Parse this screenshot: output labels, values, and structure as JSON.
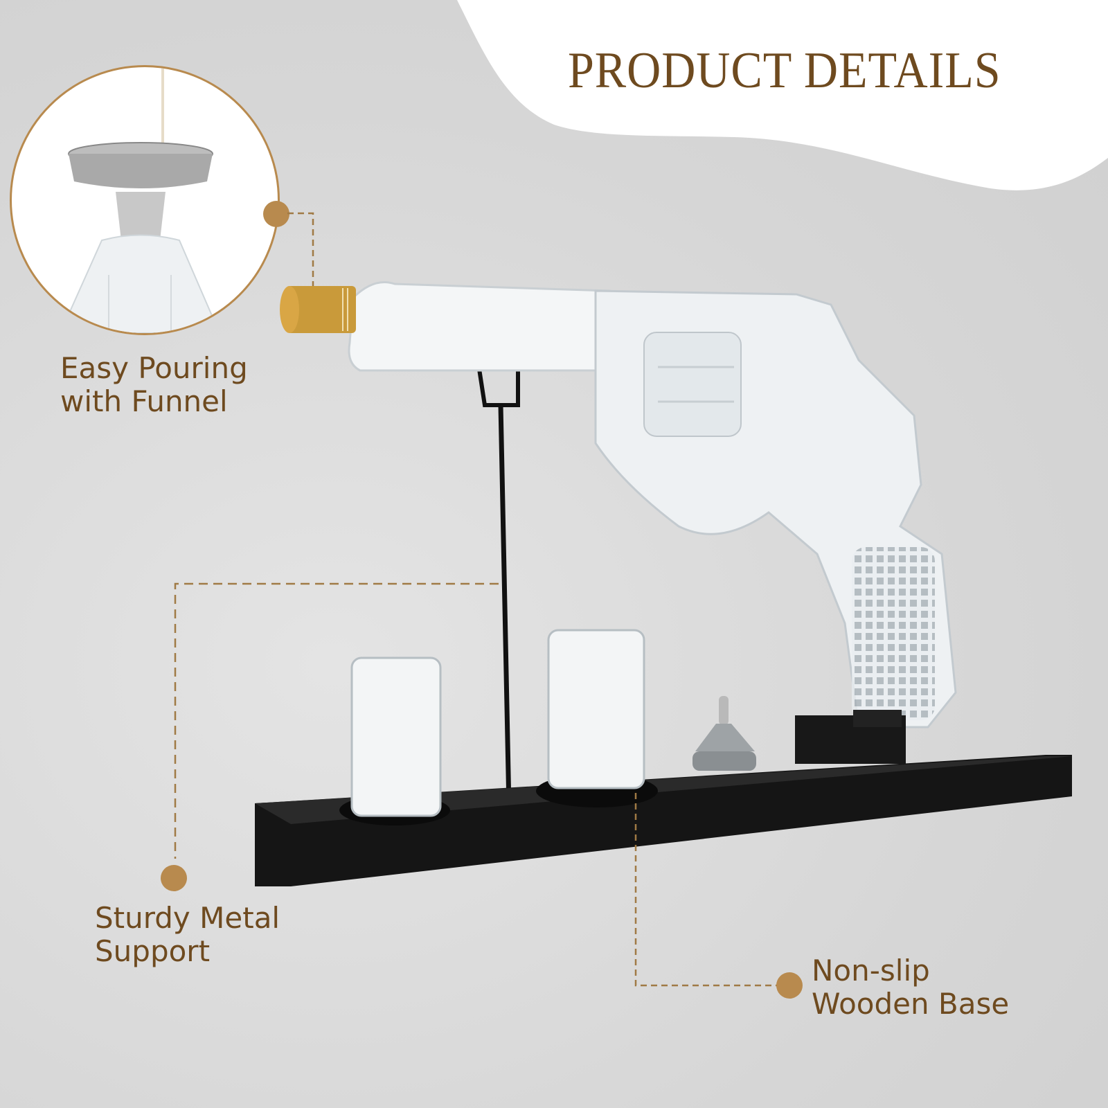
{
  "header": {
    "title": "PRODUCT DETAILS"
  },
  "callouts": [
    {
      "id": "funnel",
      "line1": "Easy Pouring",
      "line2": "with Funnel"
    },
    {
      "id": "support",
      "line1": "Sturdy Metal",
      "line2": "Support"
    },
    {
      "id": "base",
      "line1": "Non-slip",
      "line2": "Wooden Base"
    }
  ],
  "colors": {
    "accent_brown": "#6e4a1f",
    "dot_gold": "#b88a4e",
    "background_gray": "#d9d9d9",
    "cap_gold": "#c99a3a",
    "base_black": "#151515"
  },
  "product": {
    "items": [
      "revolver-shaped-glass-decanter",
      "gold-cap",
      "metal-stand",
      "shot-glass",
      "shot-glass",
      "stainless-funnel",
      "black-wooden-base"
    ]
  }
}
